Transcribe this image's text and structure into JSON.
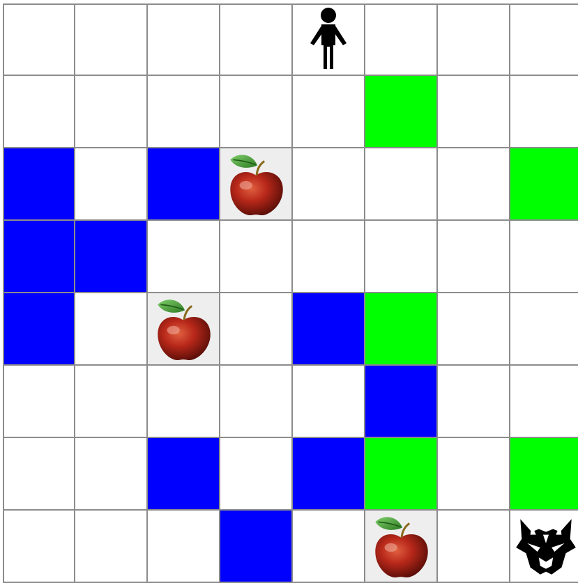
{
  "grid": {
    "rows": 8,
    "cols": 8,
    "colors": {
      "wall": "#0000ff",
      "goal": "#00ff00",
      "empty": "#ffffff",
      "line": "#8c8c8c"
    },
    "cells": [
      [
        "empty",
        "empty",
        "empty",
        "empty",
        "player",
        "empty",
        "empty",
        "empty"
      ],
      [
        "empty",
        "empty",
        "empty",
        "empty",
        "empty",
        "goal",
        "empty",
        "empty"
      ],
      [
        "wall",
        "empty",
        "wall",
        "apple",
        "empty",
        "empty",
        "empty",
        "goal"
      ],
      [
        "wall",
        "wall",
        "empty",
        "empty",
        "empty",
        "empty",
        "empty",
        "empty"
      ],
      [
        "wall",
        "empty",
        "apple",
        "empty",
        "wall",
        "goal",
        "empty",
        "empty"
      ],
      [
        "empty",
        "empty",
        "empty",
        "empty",
        "empty",
        "wall",
        "empty",
        "empty"
      ],
      [
        "empty",
        "empty",
        "wall",
        "empty",
        "wall",
        "goal",
        "empty",
        "goal"
      ],
      [
        "empty",
        "empty",
        "empty",
        "wall",
        "empty",
        "apple",
        "empty",
        "wolf"
      ]
    ]
  },
  "icons": {
    "player": "person-icon",
    "apple": "apple-icon",
    "wolf": "wolf-icon"
  }
}
